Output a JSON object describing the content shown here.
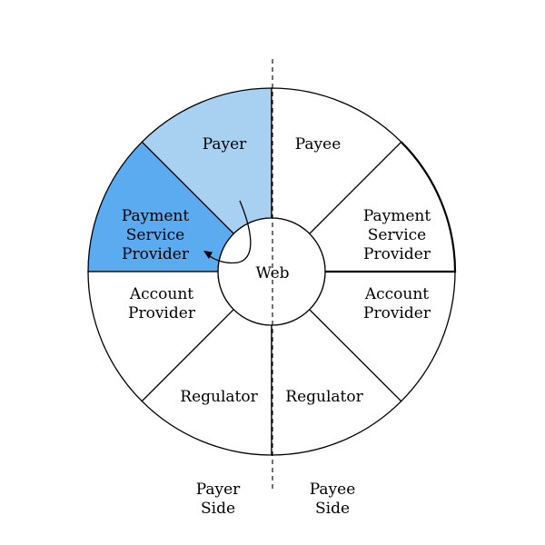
{
  "center": {
    "label": "Web"
  },
  "segments": {
    "payer": {
      "lines": [
        "Payer"
      ],
      "fill": "#a8d1f1"
    },
    "payer_psp": {
      "lines": [
        "Payment",
        "Service",
        "Provider"
      ],
      "fill": "#5aabf0"
    },
    "payer_ap": {
      "lines": [
        "Account",
        "Provider"
      ],
      "fill": "#ffffff"
    },
    "payer_reg": {
      "lines": [
        "Regulator"
      ],
      "fill": "#ffffff"
    },
    "payee_reg": {
      "lines": [
        "Regulator"
      ],
      "fill": "#ffffff"
    },
    "payee_ap": {
      "lines": [
        "Account",
        "Provider"
      ],
      "fill": "#ffffff"
    },
    "payee_psp": {
      "lines": [
        "Payment",
        "Service",
        "Provider"
      ],
      "fill": "#ffffff"
    },
    "payee": {
      "lines": [
        "Payee"
      ],
      "fill": "#ffffff"
    }
  },
  "sides": {
    "payer": {
      "lines": [
        "Payer",
        "Side"
      ]
    },
    "payee": {
      "lines": [
        "Payee",
        "Side"
      ]
    }
  },
  "colors": {
    "stroke": "#000000",
    "highlight_light": "#a8d1f1",
    "highlight": "#5aabf0"
  }
}
